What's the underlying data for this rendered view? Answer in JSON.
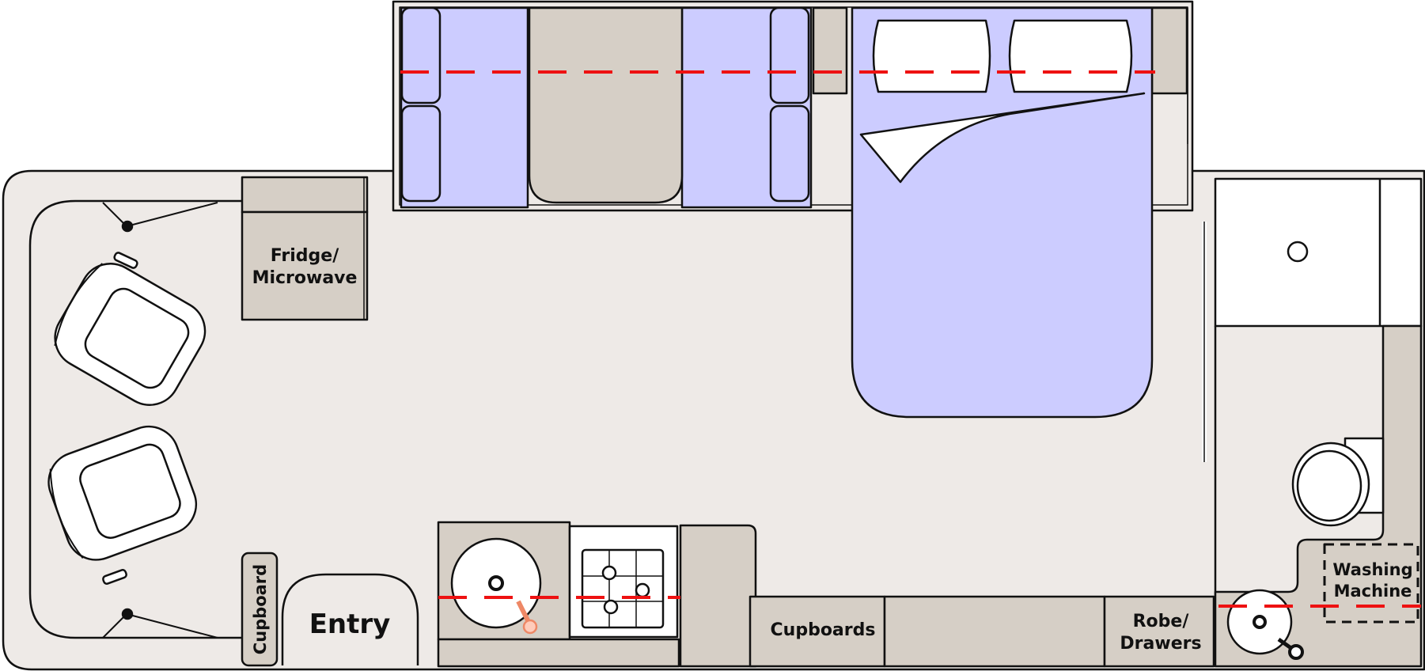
{
  "labels": {
    "fridge_line1": "Fridge/",
    "fridge_line2": "Microwave",
    "cupboard_vertical": "Cupboard",
    "entry": "Entry",
    "cupboards": "Cupboards",
    "robe_line1": "Robe/",
    "robe_line2": "Drawers",
    "washing_line1": "Washing",
    "washing_line2": "Machine"
  },
  "colors": {
    "floor": "#eeeae7",
    "cabinet": "#d6cfc6",
    "seat": "#ccccff",
    "outline": "#111111",
    "cut_line": "#ee1111",
    "white": "#ffffff"
  }
}
